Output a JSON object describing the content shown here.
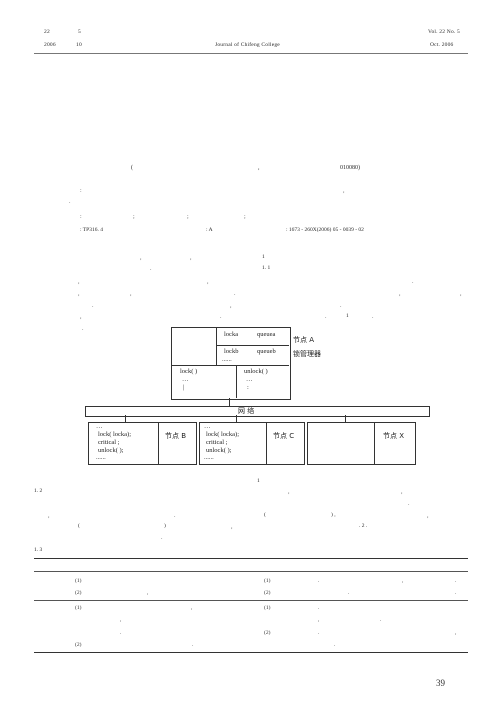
{
  "header": {
    "left_line1_a": "22",
    "left_line1_b": "5",
    "left_line2_a": "2006",
    "left_line2_b": "10",
    "center": "Journal of Chifeng College",
    "right_line1": "Vol. 22 No. 5",
    "right_line2": "Oct. 2006"
  },
  "affiliation": {
    "open_paren": "(",
    "comma": ",",
    "postcode": "010080)"
  },
  "meta": {
    "colon1": ":",
    "comma1": ",",
    "dot1": ".",
    "colon2": ":",
    "semi1": ";",
    "semi2": ";",
    "semi3": ";",
    "classification": ":   TP316. 4",
    "doc_code": ":   A",
    "article_no": ":   1673 - 260X(2006)  05 - 0039 - 02"
  },
  "body_marks": {
    "comma_a": ",",
    "comma_b": ",",
    "num_1": "1",
    "dot_a": ".",
    "sec_1_1": "1. 1",
    "comma_c": ",",
    "comma_d": ",",
    "dot_b": ".",
    "comma_e": ",",
    "comma_f": ",",
    "dot_c": ".",
    "comma_g": ",",
    "comma_h": ",",
    "dot_d": ".",
    "comma_i": ",",
    "dot_e": ".",
    "comma_j": ",",
    "dot_f": ".",
    "dot_g": ".",
    "num_1b": "1",
    "dot_h": ".",
    "dot_i": "."
  },
  "figure": {
    "locka": "locka",
    "queuea": "queuea",
    "lockb": "lockb",
    "queueb": "queueb",
    "dots_queue": "......",
    "node_a": "节点 A",
    "lock_manager": "锁管理器",
    "lock_fn": "lock( )",
    "unlock_fn": "unlock( )",
    "lock_dots": "…",
    "unlock_dots": "…",
    "lock_bar": "|",
    "unlock_bar": ":",
    "network": "网    络",
    "b_dots": "…",
    "b_line1": "lock( locka);",
    "b_line2": "critical ;",
    "b_line3": "unlock( );",
    "b_tail": "......",
    "node_b": "节点 B",
    "c_dots": "…",
    "c_line1": "lock( locka);",
    "c_line2": "critical ;",
    "c_line3": "unlock( );",
    "c_tail": "......",
    "node_c": "节点 C",
    "node_x": "节点 X",
    "caption_num": "1"
  },
  "sec_1_2": {
    "label": "1. 2",
    "comma_a": ",",
    "comma_b": ",",
    "dot_a": ".",
    "comma_c": ",",
    "dot_b": ".",
    "open_paren_a": "(",
    "close_paren_comma": ") ,",
    "comma_d": ",",
    "open_paren_b": "(",
    "close_paren_b": ")",
    "comma_e": ",",
    "fig_ref": ".    2   .",
    "dot_c": "."
  },
  "sec_1_3": {
    "label": "1. 3"
  },
  "table": {
    "r1_left": "(1)",
    "r1_right": "(1)",
    "r1_mid_dot": ".",
    "r1_mid_comma": ",",
    "r1_end_dot": ".",
    "r2_left": "(2)",
    "r2_comma": ",",
    "r2_right": "(2)",
    "r2_mid_dot": ".",
    "r2_end_dot": ".",
    "r3_left": "(1)",
    "r3_comma": ",",
    "r3_right": "(1)",
    "r3_mid_dot": ".",
    "r4_comma": ",",
    "r4_mid_comma": ",",
    "r4_end_dot": ".",
    "r5_dot": ".",
    "r5_right": "(2)",
    "r5_mid_dot": ".",
    "r5_end_comma": ",",
    "r6_left": "(2)",
    "r6_dot": ".",
    "r6_mid_dot": "."
  },
  "footer": {
    "page_number": "39"
  }
}
